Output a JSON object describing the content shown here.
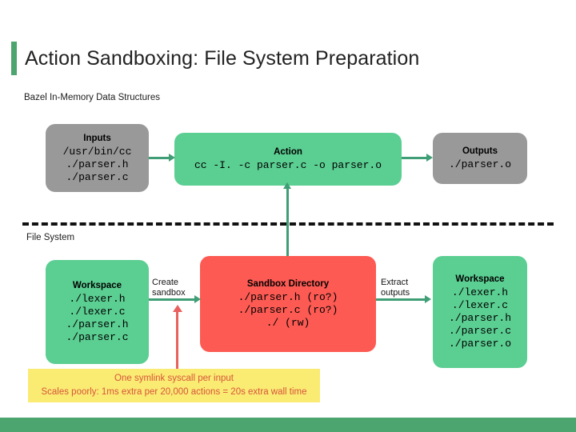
{
  "slide": {
    "title": "Action Sandboxing: File System Preparation",
    "accent_color": "#4CA46E",
    "footer_color": "#4CA46E"
  },
  "sections": {
    "bazel_label": "Bazel In-Memory Data Structures",
    "filesystem_label": "File System"
  },
  "nodes": {
    "inputs": {
      "title": "Inputs",
      "color": "#999999",
      "lines": [
        "/usr/bin/cc",
        "./parser.h",
        "./parser.c"
      ]
    },
    "action": {
      "title": "Action",
      "color": "#5BCE92",
      "lines": [
        "cc -I. -c parser.c -o parser.o"
      ]
    },
    "outputs": {
      "title": "Outputs",
      "color": "#999999",
      "lines": [
        "./parser.o"
      ]
    },
    "workspace_left": {
      "title": "Workspace",
      "color": "#5BCE92",
      "lines": [
        "./lexer.h",
        "./lexer.c",
        "./parser.h",
        "./parser.c"
      ]
    },
    "sandbox": {
      "title": "Sandbox Directory",
      "color": "#FC5A53",
      "lines": [
        "./parser.h (ro?)",
        "./parser.c (ro?)",
        "./ (rw)"
      ]
    },
    "workspace_right": {
      "title": "Workspace",
      "color": "#5BCE92",
      "lines": [
        "./lexer.h",
        "./lexer.c",
        "./parser.h",
        "./parser.c",
        "./parser.o"
      ]
    }
  },
  "edges": {
    "create_sandbox": "Create\nsandbox",
    "extract_outputs": "Extract\noutputs",
    "arrow_color": "#3F9E75",
    "callout_arrow_color": "#E8615E"
  },
  "callout": {
    "background": "#FAEB73",
    "text_color": "#D8553A",
    "line1": "One symlink syscall per input",
    "line2": "Scales poorly: 1ms extra per 20,000 actions = 20s extra wall time"
  }
}
